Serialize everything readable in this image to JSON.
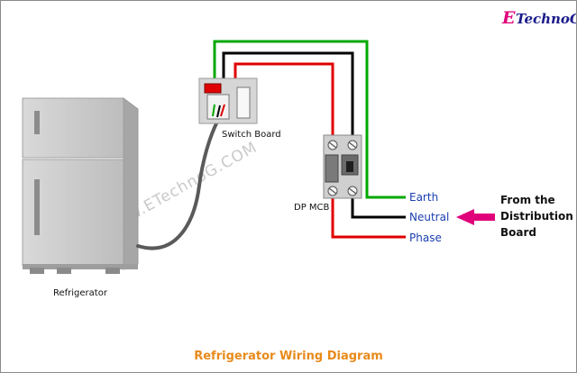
{
  "logo": {
    "letter": "E",
    "rest": "TechnoG",
    "color": "#e0007a"
  },
  "watermark": "WWW.ETechnoG.COM",
  "labels": {
    "switch_board": "Switch Board",
    "dp_mcb": "DP MCB",
    "refrigerator": "Refrigerator",
    "earth": "Earth",
    "neutral": "Neutral",
    "phase": "Phase",
    "source_line1": "From the",
    "source_line2": "Distribution",
    "source_line3": "Board"
  },
  "title": "Refrigerator Wiring Diagram",
  "colors": {
    "earth_wire": "#00a800",
    "neutral_wire": "#000000",
    "phase_wire": "#e00000",
    "line_label": "#1a3fb0",
    "title": "#e88a1a",
    "arrow": "#e0007a",
    "appliance": "#c8c8c8"
  }
}
